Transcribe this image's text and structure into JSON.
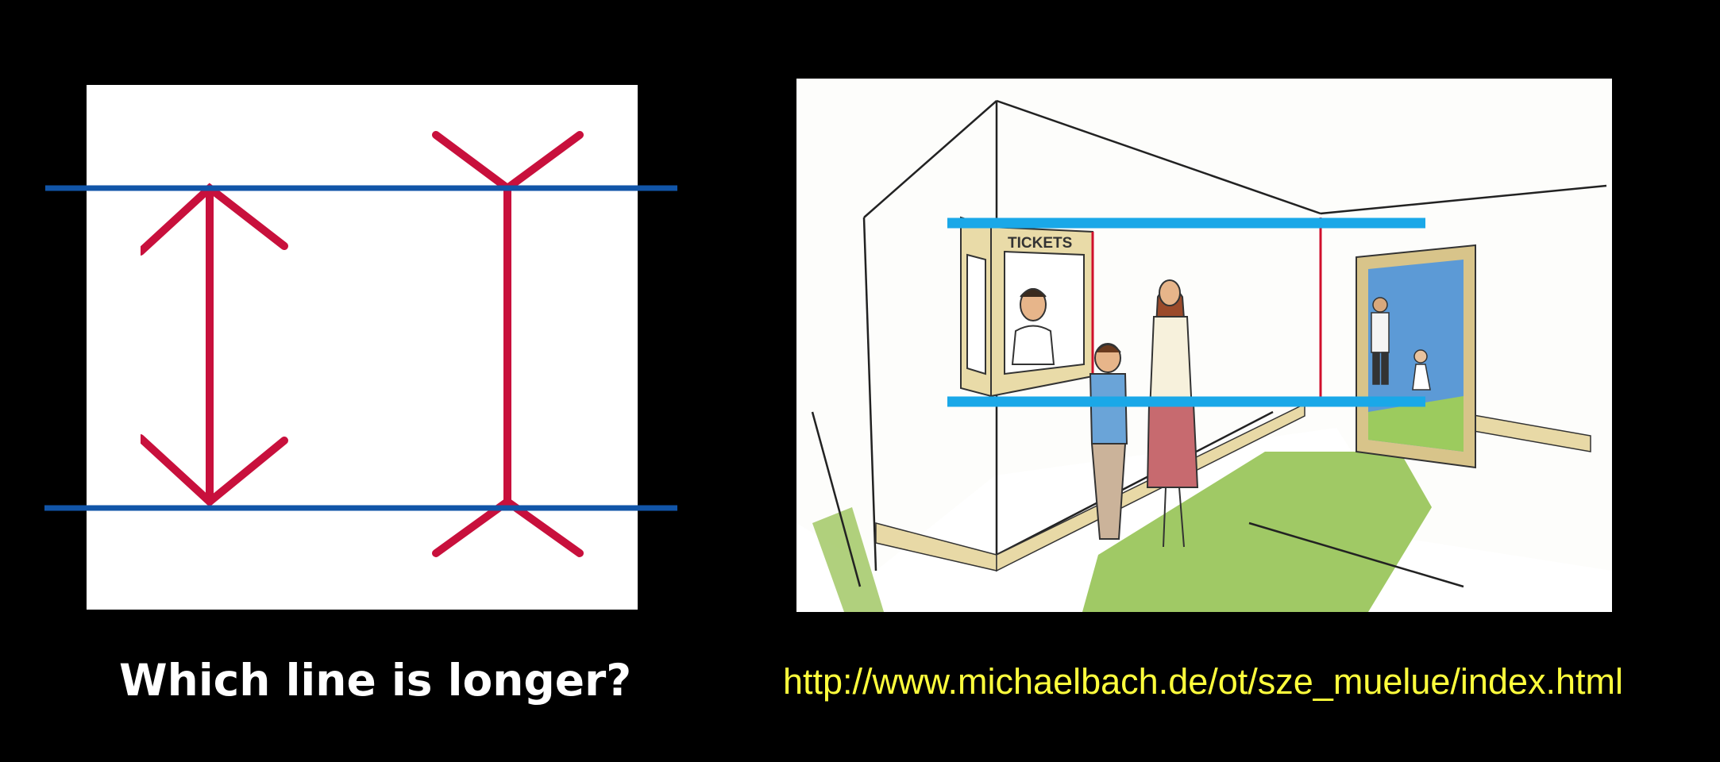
{
  "caption": "Which line is longer?",
  "source_url": "http://www.michaelbach.de/ot/sze_muelue/index.html",
  "illustration": {
    "booth_sign": "TICKETS"
  },
  "colors": {
    "background": "#000000",
    "arrow_red": "#c8103c",
    "guide_blue_dark": "#1155a8",
    "guide_blue_light": "#1aa8e8",
    "url_yellow": "#ffff3c",
    "caption_white": "#ffffff"
  }
}
